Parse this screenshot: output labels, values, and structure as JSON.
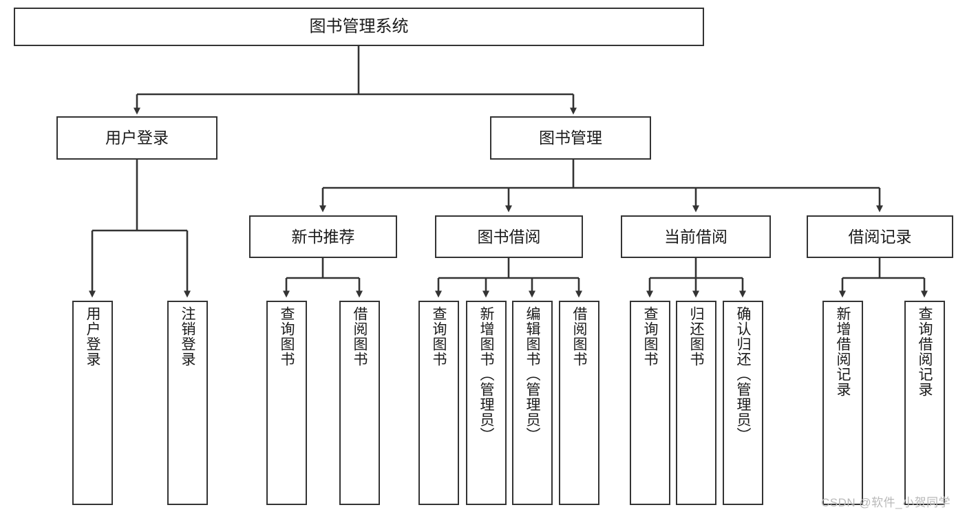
{
  "diagram": {
    "title": "图书管理系统",
    "type": "hierarchy-tree",
    "levels": 4,
    "colors": {
      "box_border": "#333333",
      "box_fill": "#ffffff",
      "edge": "#333333",
      "text": "#1a1a1a",
      "watermark": "#b9b9b9",
      "background": "#ffffff"
    }
  },
  "nodes": {
    "root": {
      "label": "图书管理系统"
    },
    "level2": [
      {
        "label": "用户登录"
      },
      {
        "label": "图书管理"
      }
    ],
    "level3": [
      {
        "label": "新书推荐"
      },
      {
        "label": "图书借阅"
      },
      {
        "label": "当前借阅"
      },
      {
        "label": "借阅记录"
      }
    ],
    "leaves_user_login": [
      {
        "label": "用户登录"
      },
      {
        "label": "注销登录"
      }
    ],
    "leaves_new_book": [
      {
        "label": "查询图书"
      },
      {
        "label": "借阅图书"
      }
    ],
    "leaves_borrow": [
      {
        "label": "查询图书"
      },
      {
        "label": "新增图书（管理员）"
      },
      {
        "label": "编辑图书（管理员）"
      },
      {
        "label": "借阅图书"
      }
    ],
    "leaves_current": [
      {
        "label": "查询图书"
      },
      {
        "label": "归还图书"
      },
      {
        "label": "确认归还（管理员）"
      }
    ],
    "leaves_records": [
      {
        "label": "新增借阅记录"
      },
      {
        "label": "查询借阅记录"
      }
    ]
  },
  "watermark": {
    "text": "CSDN @软件_小贺同学"
  }
}
